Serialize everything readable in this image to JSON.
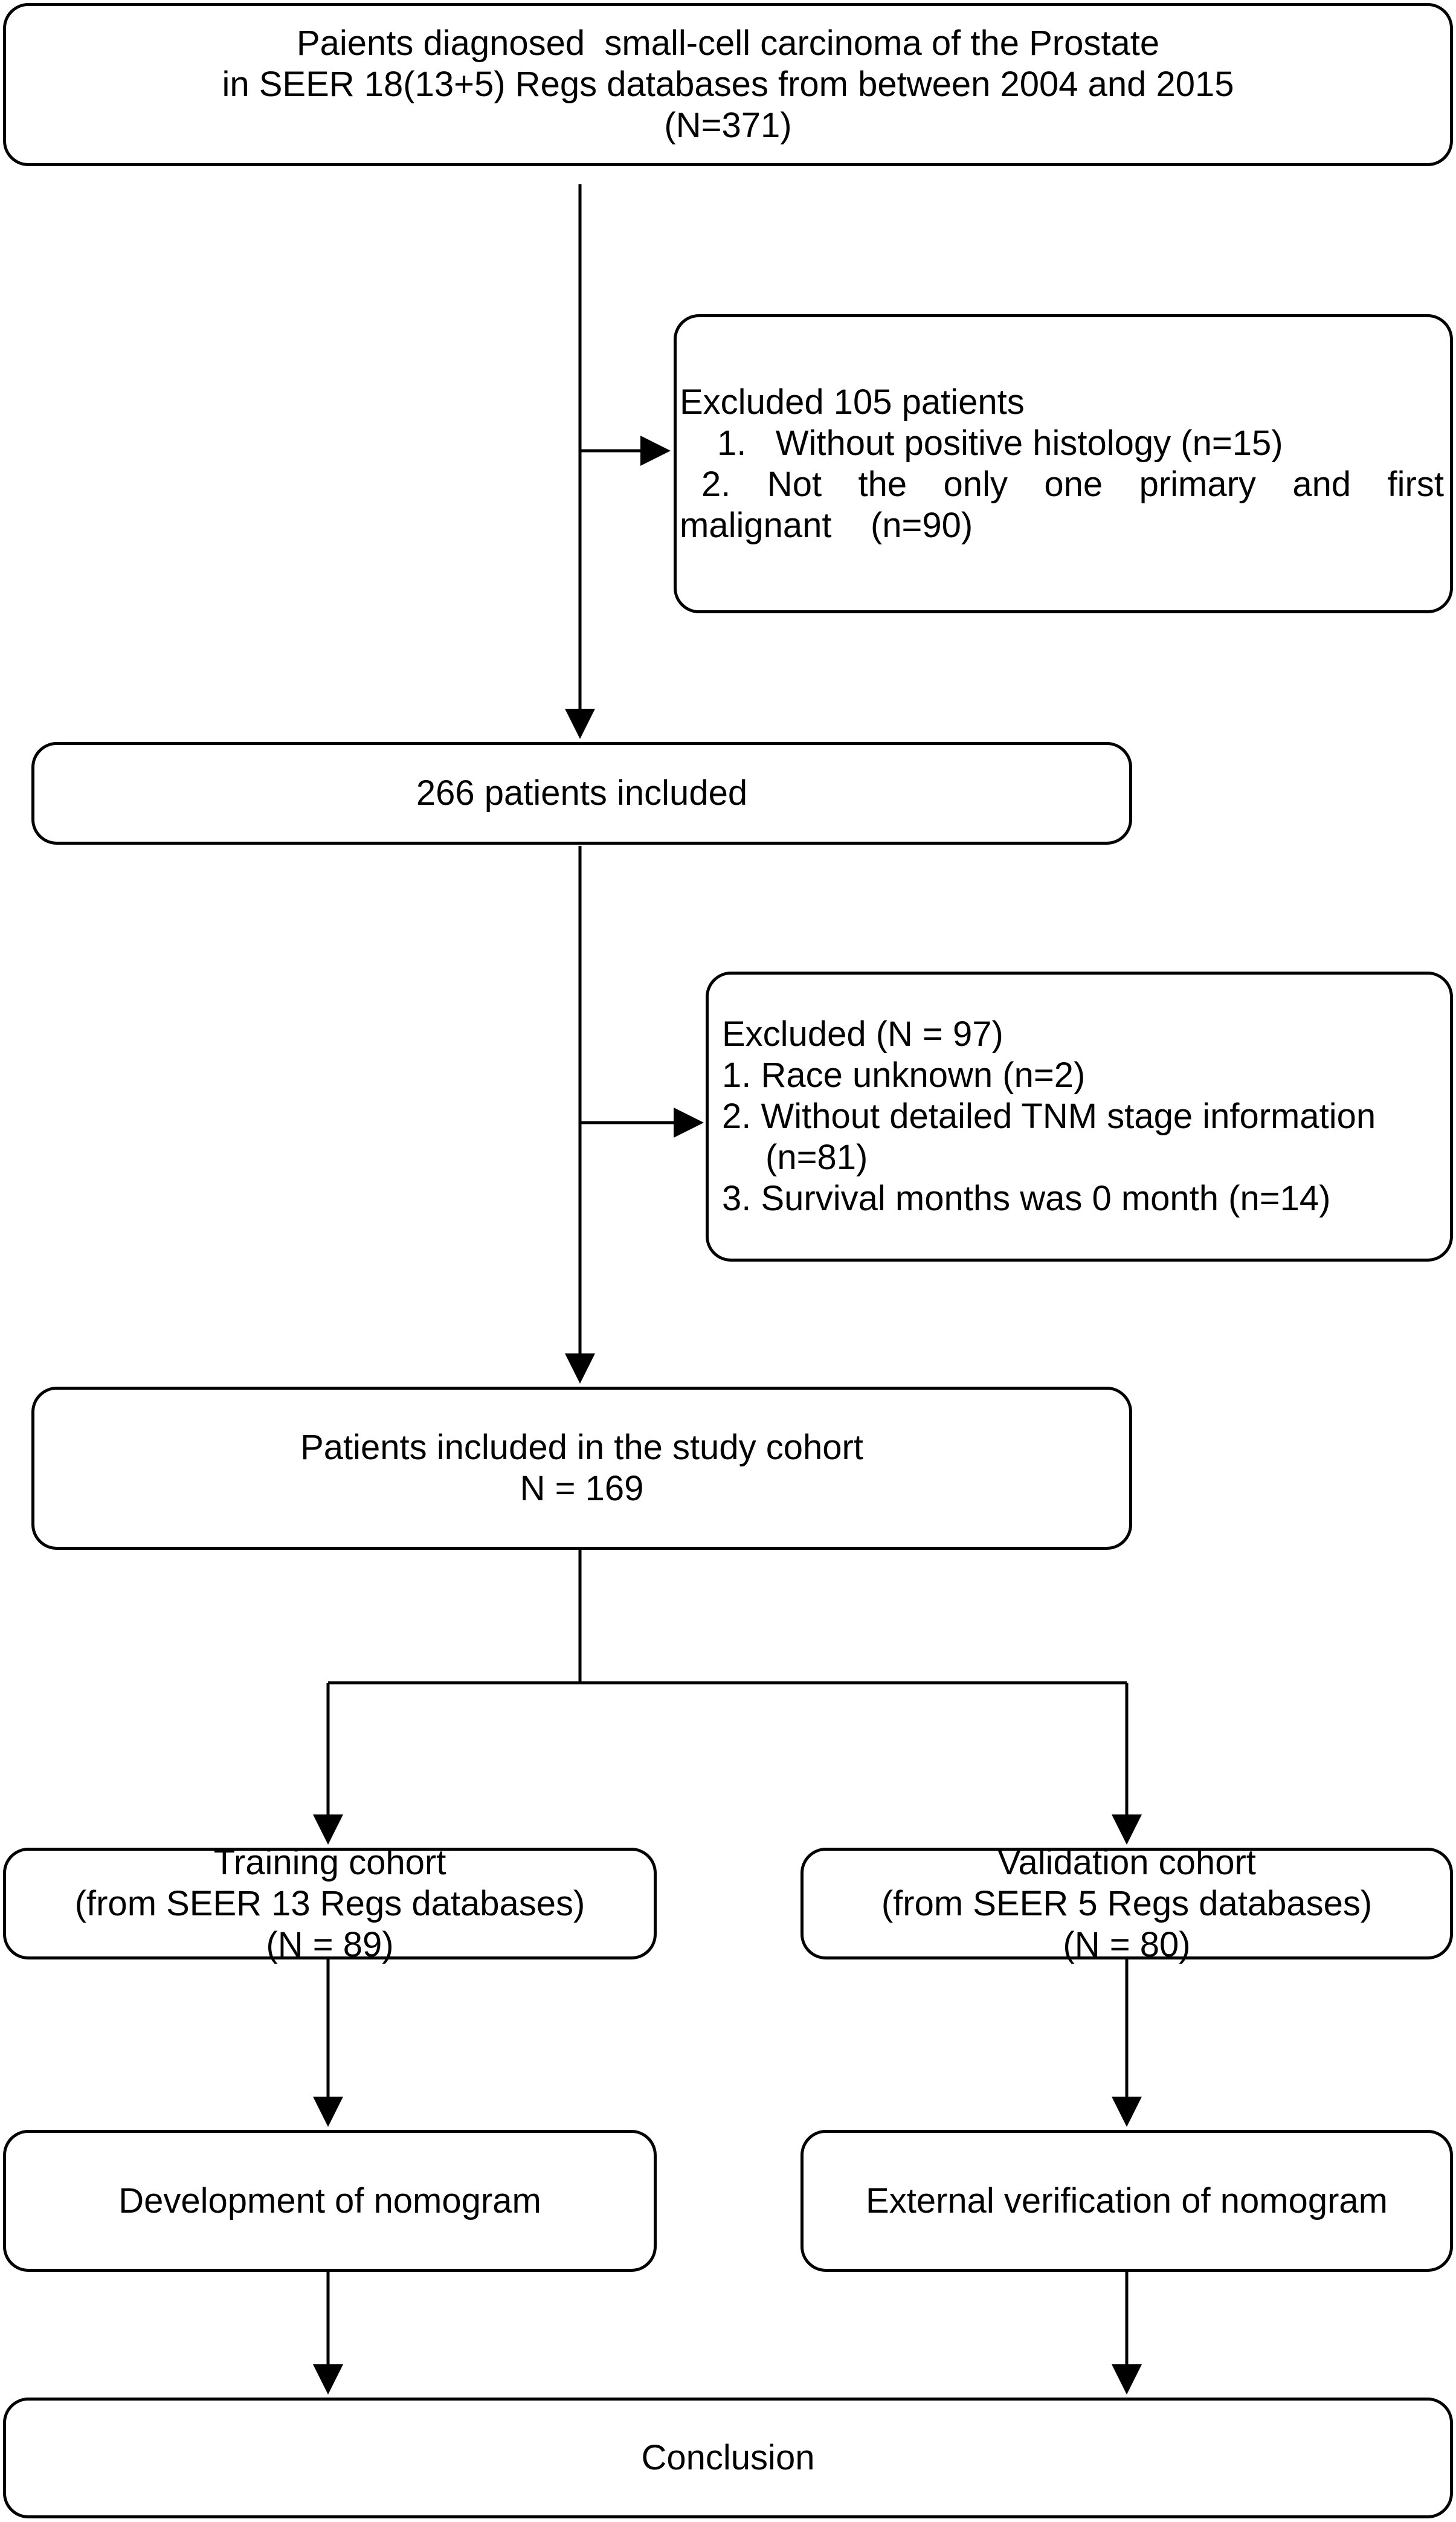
{
  "boxes": {
    "source": {
      "line1": "Paients diagnosed  small-cell carcinoma of the Prostate",
      "line2": "in SEER 18(13+5) Regs databases from between 2004 and 2015",
      "line3": "(N=371)"
    },
    "exclusion1": {
      "title": "Excluded 105 patients",
      "item1": "1.   Without positive histology (n=15)",
      "item2_line1": "2. Not the only one primary and first",
      "item2_line2": "malignant    (n=90)"
    },
    "included": {
      "label": "266 patients included"
    },
    "exclusion2": {
      "title": "Excluded (N = 97)",
      "item1": "1. Race unknown (n=2)",
      "item2_line1": "2. Without detailed TNM stage information",
      "item2_line2": "(n=81)",
      "item3": "3. Survival months was 0 month (n=14)"
    },
    "study_cohort": {
      "line1": "Patients included in the study cohort",
      "line2": "N = 169"
    },
    "training": {
      "line1": "Training cohort",
      "line2": "(from SEER 13 Regs databases)",
      "line3": "(N = 89)"
    },
    "validation": {
      "line1": "Validation cohort",
      "line2": "(from SEER 5 Regs databases)",
      "line3": "(N = 80)"
    },
    "development": {
      "label": "Development of nomogram"
    },
    "verification": {
      "label": "External verification of nomogram"
    },
    "conclusion": {
      "label": "Conclusion"
    }
  }
}
